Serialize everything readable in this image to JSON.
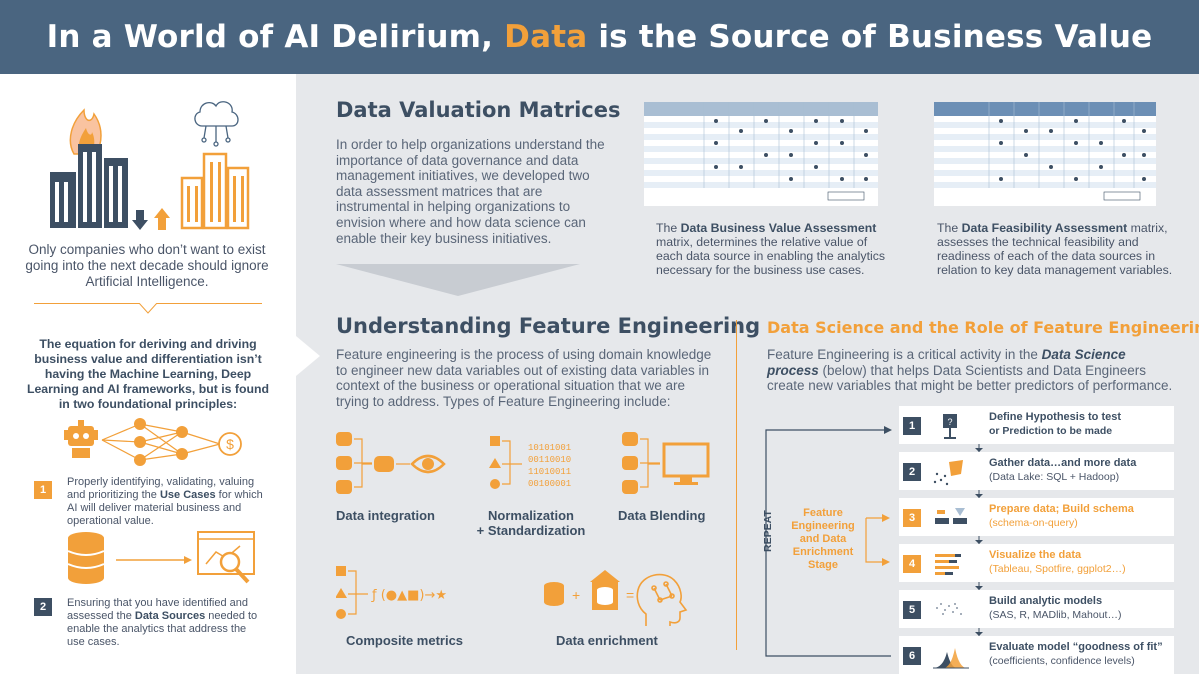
{
  "header": {
    "title_before": "In a World of AI Delirium, ",
    "title_highlight": "Data",
    "title_after": " is the Source of Business Value"
  },
  "left": {
    "quote_top": "Only companies who don’t want to exist going into the next decade should ignore Artificial Intelligence.",
    "equation_text": "The equation for deriving and driving business value and differentiation isn’t having the Machine Learning, Deep Learning and AI frameworks, but is found in two foundational principles:",
    "principle1": {
      "num": "1",
      "text_before": "Properly identifying, validating, valuing and prioritizing the ",
      "bold": "Use Cases",
      "text_after": " for which AI will deliver material business and operational value."
    },
    "principle2": {
      "num": "2",
      "text_before": "Ensuring that you have identified and assessed the ",
      "bold": "Data Sources",
      "text_after": " needed to enable the analytics that address the use cases."
    },
    "dollar_symbol": "$"
  },
  "valuation": {
    "title": "Data Valuation Matrices",
    "body": "In order to help organizations understand the importance of data governance and data management initiatives, we developed two data assessment matrices that are instrumental in helping organizations to envision where and how data science can enable their key business initiatives.",
    "matrix1_caption_bold": "Data Business Value Assessment",
    "matrix1_caption_before": "The ",
    "matrix1_caption_after": " matrix, determines the relative value of each data source in enabling the analytics necessary for the business use cases.",
    "matrix2_caption_bold": "Data Feasibility Assessment",
    "matrix2_caption_before": "The ",
    "matrix2_caption_after": " matrix, assesses the technical feasibility and readiness of each of the data sources in relation to key data management variables."
  },
  "feature_eng": {
    "title": "Understanding Feature Engineering",
    "body": "Feature engineering is the process of using domain knowledge to engineer new data variables out of existing data variables in context of the business or operational situation that we are trying to address. Types of Feature Engineering include:",
    "types": [
      "Data integration",
      "Normalization\n+ Standardization",
      "Data Blending",
      "Composite metrics",
      "Data enrichment"
    ],
    "formula_text": "ƒ (●▲■)→★",
    "plus": "+",
    "equals": "="
  },
  "data_science": {
    "title": "Data Science and the Role of Feature Engineering",
    "body_before": "Feature Engineering is a critical activity in the ",
    "body_bold": "Data Science process",
    "body_after": " (below) that helps Data Scientists and Data Engineers create new variables that might be better predictors of performance.",
    "repeat_label": "REPEAT",
    "stage_label": "Feature Engineering and Data Enrichment Stage",
    "steps": [
      {
        "num": "1",
        "title": "Define Hypothesis to test",
        "sub": "or Prediction to be made"
      },
      {
        "num": "2",
        "title": "Gather data…and more data",
        "sub": "(Data Lake: SQL + Hadoop)"
      },
      {
        "num": "3",
        "title": "Prepare data; Build schema",
        "sub": "(schema-on-query)"
      },
      {
        "num": "4",
        "title": "Visualize the data",
        "sub": "(Tableau, Spotfire, ggplot2…)"
      },
      {
        "num": "5",
        "title": "Build analytic models",
        "sub": "(SAS, R, MADlib,  Mahout…)"
      },
      {
        "num": "6",
        "title": "Evaluate model “goodness of fit”",
        "sub": "(coefficients, confidence levels)"
      }
    ]
  },
  "colors": {
    "header_bg": "#4a6580",
    "accent_orange": "#f2a03a",
    "dark_slate": "#3d4f63",
    "panel_gray": "#e6e8eb"
  },
  "icons": [
    "building-icon",
    "flame-icon",
    "brain-circuit-icon",
    "robot-icon",
    "network-icon",
    "dollar-icon",
    "database-icon",
    "analytics-magnifier-icon",
    "eye-icon",
    "binary-icon",
    "monitor-icon",
    "head-circuit-icon",
    "home-database-icon"
  ]
}
